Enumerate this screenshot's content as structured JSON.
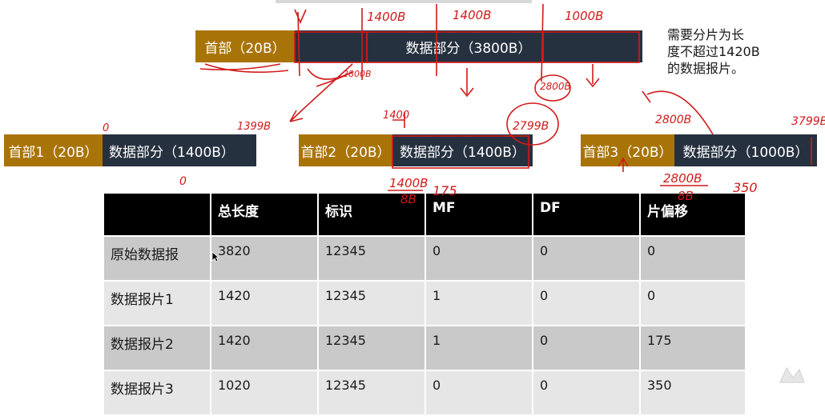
{
  "original": {
    "head": "首部（20B）",
    "body": "数据部分（3800B）"
  },
  "fragments": [
    {
      "head": "首部1（20B）",
      "body": "数据部分（1400B）"
    },
    {
      "head": "首部2（20B）",
      "body": "数据部分（1400B）"
    },
    {
      "head": "首部3（20B）",
      "body": "数据部分（1000B）"
    }
  ],
  "note": {
    "lines": [
      "需要分片为长",
      "度不超过1420B",
      "的数据报片。"
    ]
  },
  "table": {
    "headers": [
      "",
      "总长度",
      "标识",
      "MF",
      "DF",
      "片偏移"
    ],
    "rows": [
      [
        "原始数据报",
        "3820",
        "12345",
        "0",
        "0",
        "0"
      ],
      [
        "数据报片1",
        "1420",
        "12345",
        "1",
        "0",
        "0"
      ],
      [
        "数据报片2",
        "1420",
        "12345",
        "1",
        "0",
        "175"
      ],
      [
        "数据报片3",
        "1020",
        "12345",
        "0",
        "0",
        "350"
      ]
    ]
  },
  "annotations": {
    "a1": "1400B",
    "a2": "1400B",
    "a3": "1000B",
    "a4": "2800B",
    "a5": "2799B",
    "a6": "1399B",
    "a7": "1400",
    "a8": "2800B",
    "a9": "1400B",
    "a10": "8B",
    "a11": "175",
    "a12": "2800B",
    "a13": "8B",
    "a14": "350",
    "a15": "0",
    "a16": "0",
    "a17": "2800B",
    "a18": "3799B"
  },
  "colors": {
    "header": "#a97407",
    "data": "#263140",
    "ink": "#d11a1a"
  }
}
